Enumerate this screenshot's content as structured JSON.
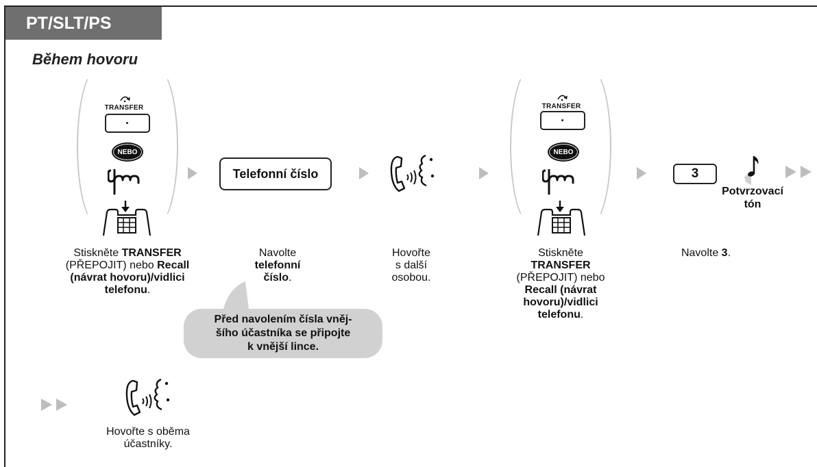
{
  "header": {
    "tab_label": "PT/SLT/PS",
    "subtitle": "Během hovoru"
  },
  "step1": {
    "transfer_key_label": "TRANSFER",
    "or_label": "NEBO",
    "caption": {
      "l1a": "Stiskněte ",
      "l1b": "TRANSFER",
      "l2a": "(PŘEPOJIT) nebo ",
      "l2b": "Recall",
      "l3": "(návrat hovoru)/vidlici",
      "l4a": "telefonu",
      "l4b": "."
    }
  },
  "step2": {
    "box_label": "Telefonní číslo",
    "caption": {
      "l1": "Navolte",
      "l2": "telefonní",
      "l3a": "číslo",
      "l3b": "."
    }
  },
  "note": {
    "l1": "Před navolením čísla vněj-",
    "l2": "šího účastníka se připojte",
    "l3": "k vnější lince."
  },
  "step3": {
    "caption": {
      "l1": "Hovořte",
      "l2": "s další",
      "l3": "osobou."
    }
  },
  "step4": {
    "transfer_key_label": "TRANSFER",
    "or_label": "NEBO",
    "caption": {
      "l1": "Stiskněte",
      "l2": "TRANSFER",
      "l3": "(PŘEPOJIT) nebo",
      "l4": "Recall (návrat",
      "l5": "hovoru)/vidlici",
      "l6a": "telefonu",
      "l6b": "."
    }
  },
  "step5": {
    "key_label": "3",
    "tone_l1": "Potvrzovací",
    "tone_l2": "tón",
    "caption": {
      "a": "Navolte ",
      "b": "3",
      "c": "."
    }
  },
  "step6": {
    "caption": {
      "l1": "Hovořte s oběma",
      "l2": "účastníky."
    }
  },
  "icons": {
    "next_step": "triangle-arrow-icon",
    "continue": "double-arrow-icon",
    "handset": "handset-talking-icon",
    "hookswitch": "hand-press-icon",
    "tone": "music-note-icon"
  },
  "colors": {
    "tab_bg": "#6f6f6f",
    "bubble_bg": "#d1d1d1",
    "arrow": "#bdbdbd"
  }
}
